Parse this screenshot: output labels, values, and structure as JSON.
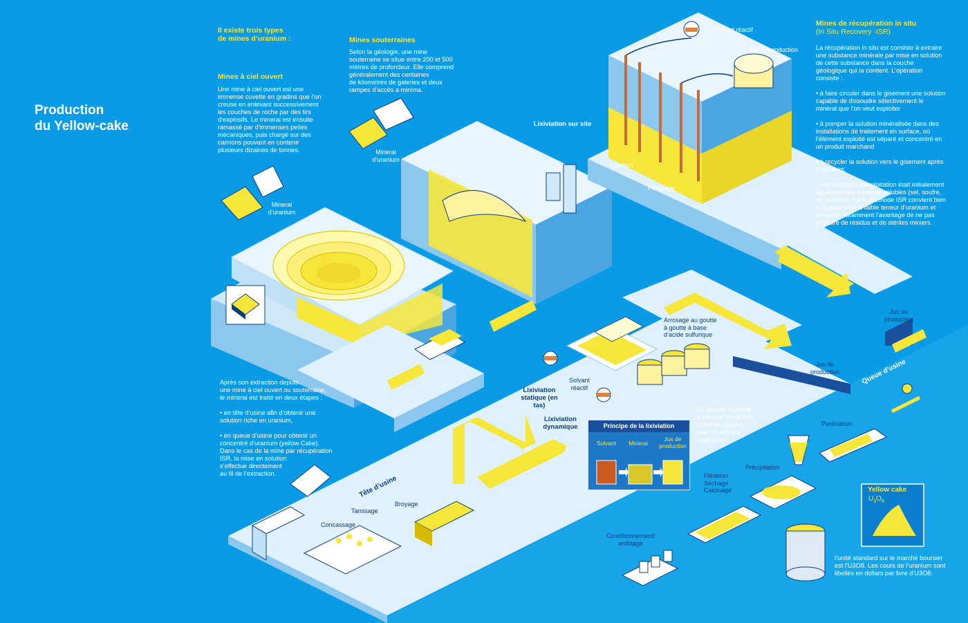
{
  "title": {
    "line1": "Production",
    "line2": "du Yellow-cake"
  },
  "intro": {
    "line1": "Il existe trois types",
    "line2": "de mines d’uranium :"
  },
  "open_pit": {
    "heading": "Mines à ciel ouvert",
    "body": "Une mine à ciel ouvert est une\nimmense cuvette en gradins que l’on\ncreuse en enlevant successivement\nles couches de roche par des tirs\nd’explosifs. Le minerai est ensuite\nramassé par d’immenses pelles\nmécaniques, puis chargé sur des\ncamions pouvant en contenir\nplusieurs dizaines de tonnes.",
    "ore_label": "Minerai\nd’uranium"
  },
  "underground": {
    "heading": "Mines souterraines",
    "body": "Selon la géologie, une mine\nsouterraine se situe entre 200 et 500\nmètres de profondeur. Elle comprend\ngénéralement des centaines\nde kilomètres de galeries et deux\nrampes d’accès a minima.",
    "ore_label": "Minerai\nd’uranium"
  },
  "isr": {
    "heading": "Mines de récupération in situ",
    "subheading": "(In Situ Recovery -ISR)",
    "body": "La récupération in situ est consiste à extraire\nune substance minérale par mise en solution\nde cette substance dans la couche\ngéologique qui la contient. L’opération\nconsiste :\n\n• à faire circuler dans le gisement une solution\ncapable de dissoudre sélectivement le\nminéral que l’on veut exploiter\n\n• à pomper la solution minéralisée dans des\ninstallations de traitement en surface, où\nl’élément exploité est séparé et concentré en\nun produit marchand\n\n• à recycler la solution vers le gisement après\ntraitement.\n\nCette méthode d’exploitation était initialement\nappliquée aux minerais solubles (sel, soufre,\nou potasse).  Cette méthode ISR convient bien\naux gisements à faible teneur d’uranium et\nprésente notamment l’avantage de ne pas\nproduire de résidus et de stériles miniers.",
    "solvent_label": "Solvant réactif",
    "juice_label": "Jus de production",
    "leach_label": "Lixiviation sur site",
    "injection_label": "Injection",
    "pumping_label": "Pompage"
  },
  "process": {
    "body": "Après son extraction depuis\nune mine à ciel ouvert ou souterraine,\nle minerai est traité en deux étapes :\n\n• en tête d’usine afin d’obtenir une\nsolution riche en uranium,\n\n• en queue d’usine pour obtenir un\nconcentré d’uranium (yellow Cake).\nDans le cas de la mine par récupération\nISR, la mise en solution\ns’effectue directement\nau fil de l’extraction."
  },
  "plant": {
    "head_label": "Tête d’usine",
    "tail_label": "Queue d’usine",
    "crushing": "Concassage",
    "screening": "Tamisage",
    "grinding": "Broyage",
    "static_leach": "Lixiviation\nstatique (en tas)",
    "dynamic_leach": "Lixiviation\ndynamique",
    "spray": "Arrosage au goutte\nà goutte à base\nd’acide sulfurique",
    "solvent": "Solvant\nréactif",
    "juice1": "Jus de\nproduction",
    "juice2": "Jus de\nproduction",
    "solvent_text": "Un solvant traverse\nle minerai d’uranium\nréduit en poudre\npour en extraire\nl’uranium.",
    "purification": "Purification",
    "precipitation": "Précipitation",
    "filtration": "Filtration\nSéchage\nCalcinage",
    "packaging": "Conditionnement/\nenfûtage",
    "yellowcake": "Yellow cake",
    "formula_u": "U",
    "formula_3": "3",
    "formula_o": "O",
    "formula_8": "8",
    "market": "l’unité standard sur le marché boursier\nest l’U3O8. Les cours de l’uranium sont\nlibellés en dollars par livre d’U3O8."
  },
  "principle": {
    "heading": "Principe de la lixiviation",
    "solvent": "Solvant",
    "ore": "Minerai",
    "juice": "Jus de\nproduction"
  },
  "colors": {
    "background": "#0a9be6",
    "accent": "#f7e63a",
    "dark": "#0b3d7a",
    "platform": "#dff1fc"
  }
}
